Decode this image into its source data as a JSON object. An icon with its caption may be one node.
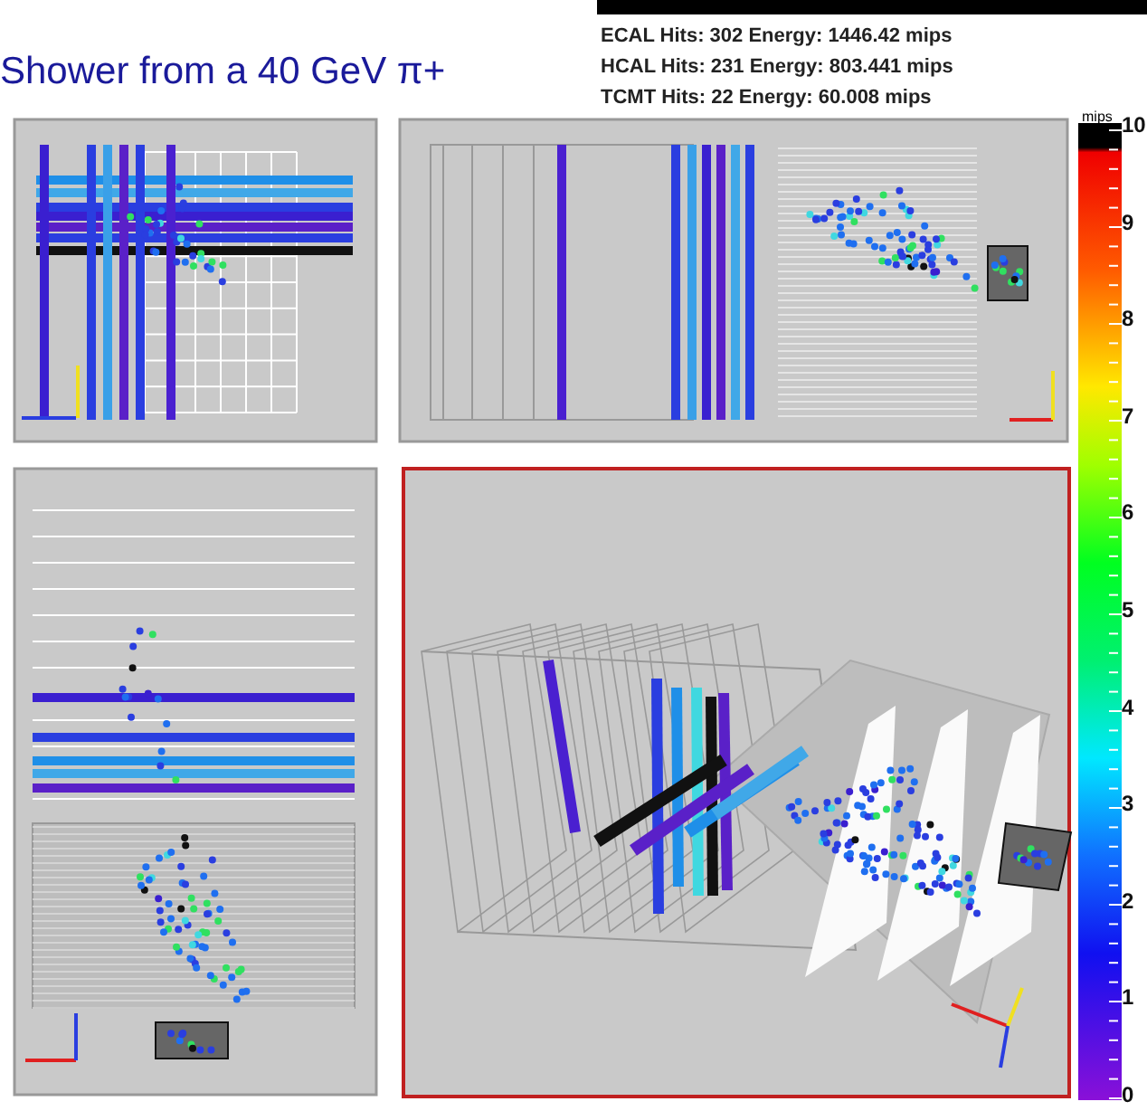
{
  "diagram": {
    "title": "Shower from a 40 GeV π+",
    "labels": [
      "ECAL Hits: 302  Energy: 1446.42 mips",
      "HCAL Hits: 231  Energy: 803.441 mips",
      "TCMT Hits: 22  Energy: 60.008 mips",
      "mips",
      "10",
      "9",
      "8",
      "7",
      "6",
      "5",
      "4",
      "3",
      "2",
      "1",
      "0"
    ]
  }
}
